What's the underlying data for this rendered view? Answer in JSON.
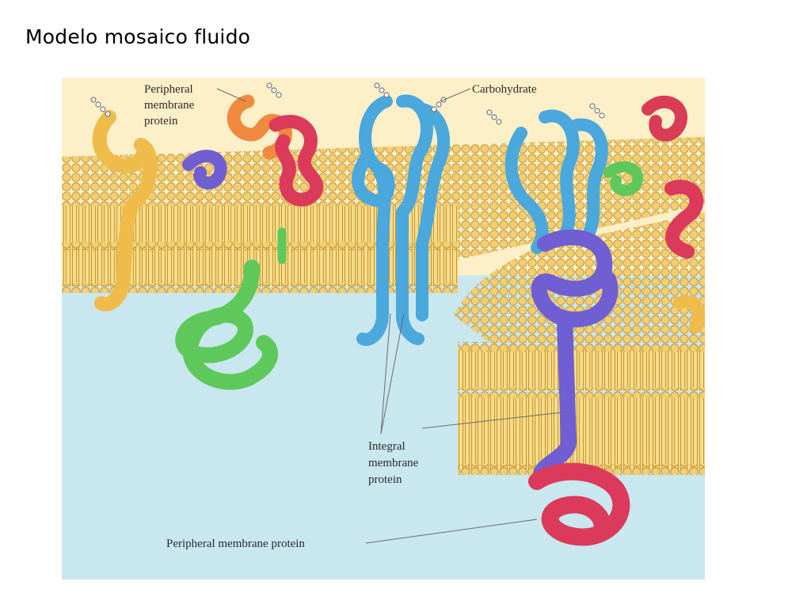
{
  "slide": {
    "title": "Modelo mosaico fluido"
  },
  "figure": {
    "labels": {
      "peripheral_top": [
        "Peripheral",
        "membrane",
        "protein"
      ],
      "carbohydrate": "Carbohydrate",
      "integral": [
        "Integral",
        "membrane",
        "protein"
      ],
      "peripheral_bottom": "Peripheral membrane protein"
    },
    "colors": {
      "cytoplasm": "#c9e7ef",
      "extracellular": "#fdf0c8",
      "lipid_head": "#f3cf72",
      "lipid_tail": "#e9c25d",
      "protein_blue": "#4aa8dc",
      "protein_purple": "#6f5fd2",
      "protein_red": "#dc3a5a",
      "protein_green": "#5ec95a",
      "protein_yellow": "#efbb4a",
      "protein_orange": "#ef8a3e"
    }
  }
}
